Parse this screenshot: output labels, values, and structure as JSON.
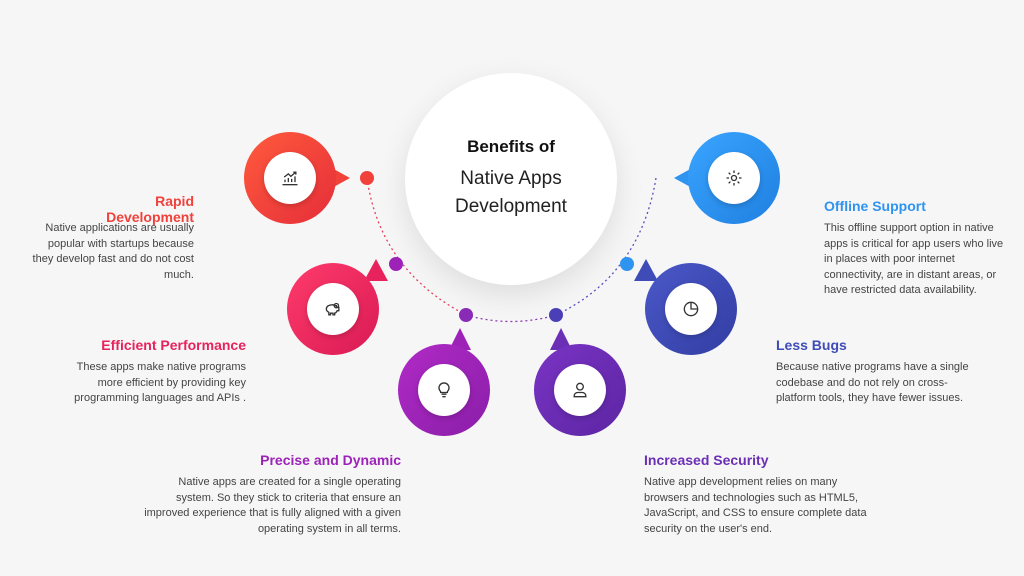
{
  "center": {
    "title": "Benefits of",
    "subtitle": "Native Apps Development"
  },
  "colors": {
    "rapid": "#f0413a",
    "efficient": "#e8225c",
    "precise": "#9c22b8",
    "security": "#6a2fb5",
    "bugs": "#3f4bb6",
    "offline": "#2f93f0"
  },
  "benefits": [
    {
      "title": "Rapid Development",
      "description": "Native applications are usually popular with startups because they develop fast and do not cost much.",
      "icon": "chart-growth-icon"
    },
    {
      "title": "Efficient Performance",
      "description": "These apps make native programs more efficient by providing key programming languages and APIs .",
      "icon": "piggy-bank-icon"
    },
    {
      "title": "Precise and Dynamic",
      "description": "Native apps are created for a single operating system. So they stick to criteria that ensure an improved experience that is fully aligned with a given operating system in all terms.",
      "icon": "lightbulb-icon"
    },
    {
      "title": "Increased Security",
      "description": "Native app development relies on many browsers and technologies such as HTML5, JavaScript, and CSS to ensure complete data security on the user's end.",
      "icon": "user-icon"
    },
    {
      "title": "Less Bugs",
      "description": "Because native programs have a single codebase and do not rely on cross-platform tools, they have fewer issues.",
      "icon": "pie-chart-icon"
    },
    {
      "title": "Offline Support",
      "description": "This offline support option in native apps is critical for app users who live in places with poor internet connectivity, are in distant areas, or have restricted data availability.",
      "icon": "gear-icon"
    }
  ]
}
